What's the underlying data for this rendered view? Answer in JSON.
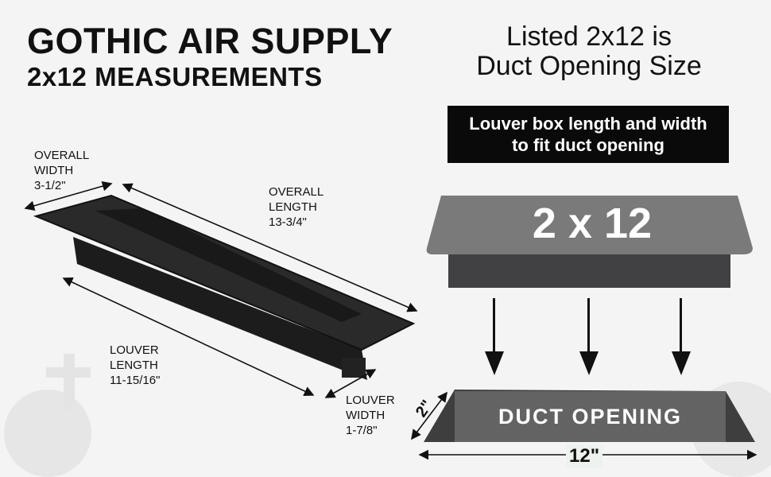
{
  "title": "GOTHIC AIR SUPPLY",
  "subtitle": "2x12 MEASUREMENTS",
  "right_heading": {
    "line1": "Listed 2x12 is",
    "line2": "Duct Opening Size"
  },
  "info_box": {
    "line1": "Louver box length and width",
    "line2": "to fit duct opening"
  },
  "vent_labels": {
    "overall_width": [
      "OVERALL",
      "WIDTH",
      "3-1/2\""
    ],
    "overall_length": [
      "OVERALL",
      "LENGTH",
      "13-3/4\""
    ],
    "louver_length": [
      "LOUVER",
      "LENGTH",
      "11-15/16\""
    ],
    "louver_width": [
      "LOUVER",
      "WIDTH",
      "1-7/8\""
    ]
  },
  "louver_box_label": "2 x 12",
  "duct_label": "DUCT OPENING",
  "duct_width": "2\"",
  "duct_length": "12\""
}
